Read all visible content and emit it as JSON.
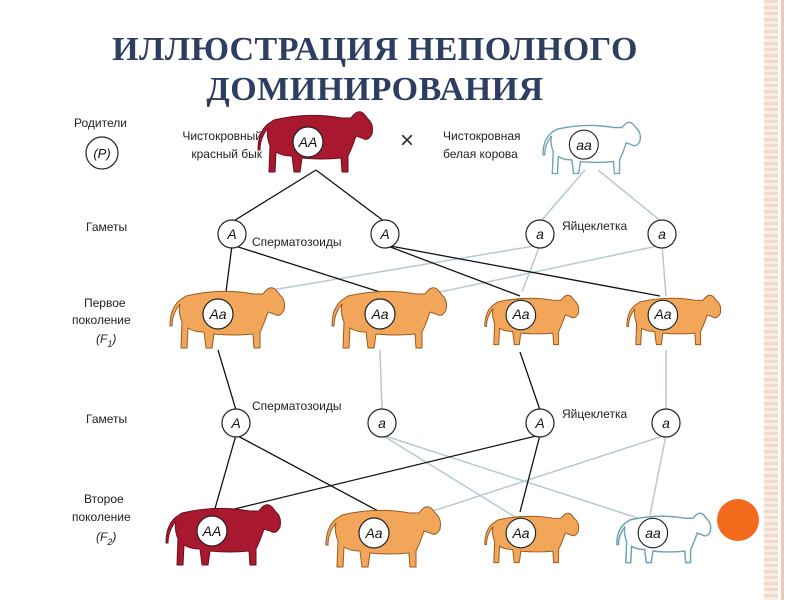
{
  "title": {
    "line1": "ИЛЛЮСТРАЦИЯ НЕПОЛНОГО",
    "line2": "ДОМИНИРОВАНИЯ"
  },
  "rows": {
    "parents": {
      "line1": "Родители",
      "symbol": "(P)"
    },
    "gametes1": "Гаметы",
    "f1": {
      "line1": "Первое",
      "line2": "поколение",
      "line3": "(F",
      "sub": "1",
      "close": ")"
    },
    "gametes2": "Гаметы",
    "f2": {
      "line1": "Второе",
      "line2": "поколение",
      "line3": "(F",
      "sub": "2",
      "close": ")"
    }
  },
  "parents": {
    "bull": {
      "line1": "Чистокровный",
      "line2": "красный бык",
      "genotype": "AA"
    },
    "cross": "×",
    "cow": {
      "line1": "Чистокровная",
      "line2": "белая корова",
      "genotype": "aa"
    }
  },
  "gametes1": {
    "g1": "A",
    "g2": "A",
    "sperm_label": "Сперматозоиды",
    "g3": "a",
    "egg_label": "Яйцеклетка",
    "g4": "a"
  },
  "f1": [
    "Aa",
    "Aa",
    "Aa",
    "Aa"
  ],
  "gametes2": {
    "g1": "A",
    "sperm_label": "Сперматозоиды",
    "g2": "a",
    "g3": "A",
    "egg_label": "Яйцеклетка",
    "g4": "a"
  },
  "f2": [
    "AA",
    "Aa",
    "Aa",
    "aa"
  ],
  "colors": {
    "red": "#a8182e",
    "orange": "#f2a65a",
    "white": "#ffffff",
    "cow_outline": "#6fa3b4",
    "line_dark": "#111111",
    "line_light": "#b5cad3",
    "accent_dot": "#f26b1d",
    "title": "#2e3e62"
  }
}
